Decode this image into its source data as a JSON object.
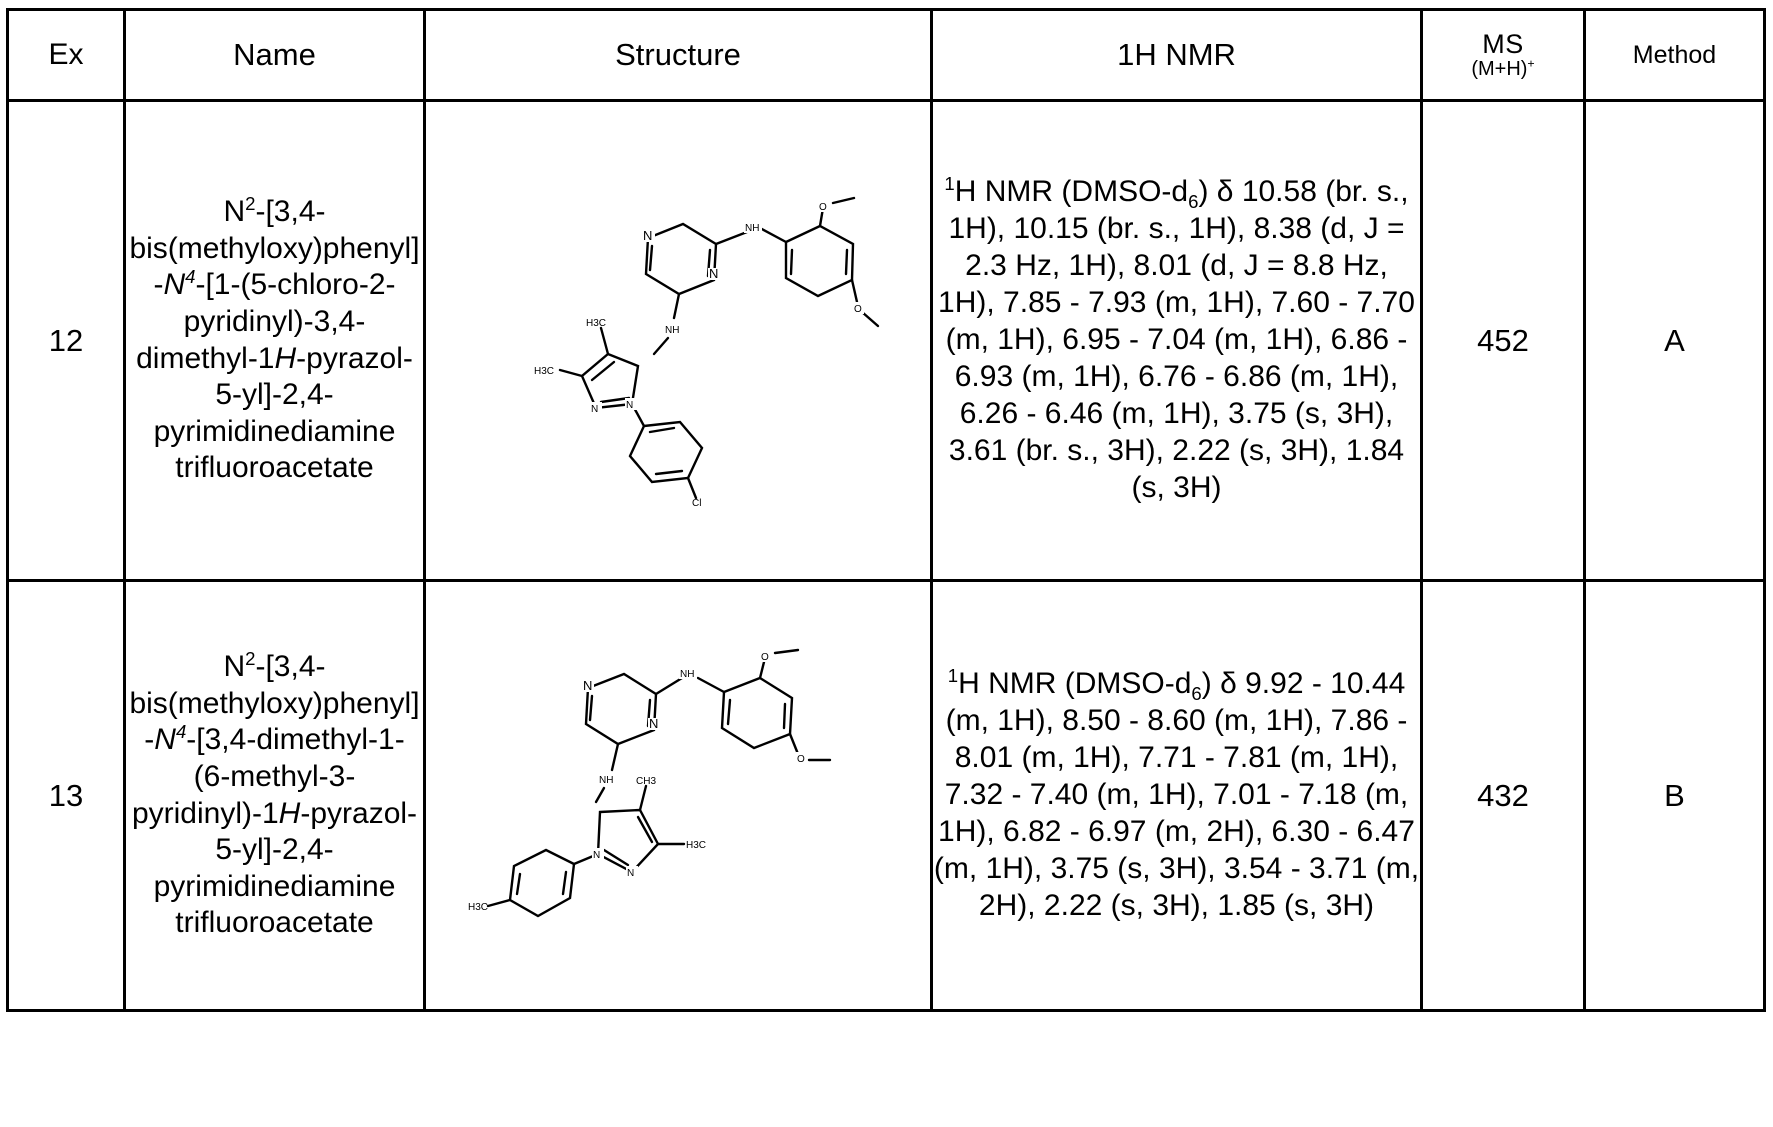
{
  "table": {
    "headers": [
      {
        "key": "ex",
        "label": "Ex"
      },
      {
        "key": "name",
        "label": "Name"
      },
      {
        "key": "structure",
        "label": "Structure"
      },
      {
        "key": "nmr",
        "label": "1H NMR"
      },
      {
        "key": "ms",
        "label_main": "MS",
        "label_sub": "(M+H)",
        "label_sup": "+"
      },
      {
        "key": "method",
        "label": "Method"
      }
    ],
    "rows": [
      {
        "ex": "12",
        "name_parts": {
          "n2": "N",
          "n2_sup": "2",
          "mid1": "-[3,4-bis(methyloxy)phenyl]-",
          "n4": "N",
          "n4_sup": "4",
          "mid2": "-[1-(5-chloro-2-pyridinyl)-3,4-dimethyl-1",
          "h_italic": "H",
          "tail": "-pyrazol-5-yl]-2,4-pyrimidinediamine trifluoroacetate"
        },
        "name_plain": "N2-[3,4-bis(methyloxy)phenyl]-N4-[1-(5-chloro-2-pyridinyl)-3,4-dimethyl-1H-pyrazol-5-yl]-2,4-pyrimidinediamine trifluoroacetate",
        "nmr_prefix_sup": "1",
        "nmr_head": "H NMR (DMSO-d",
        "nmr_head_sub": "6",
        "nmr_head_tail": ") δ",
        "nmr_body": "10.58 (br. s., 1H), 10.15 (br. s., 1H), 8.38 (d, J = 2.3 Hz, 1H), 8.01 (d, J = 8.8 Hz, 1H), 7.85 - 7.93 (m, 1H), 7.60 - 7.70 (m, 1H), 6.95 - 7.04 (m, 1H), 6.86 - 6.93 (m, 1H), 6.76 - 6.86 (m, 1H), 6.26 - 6.46 (m, 1H), 3.75 (s, 3H), 3.61 (br. s., 3H), 2.22 (s, 3H), 1.84 (s, 3H)",
        "ms": "452",
        "method": "A",
        "structure_labels": [
          "N",
          "N",
          "N",
          "NH",
          "NH",
          "O",
          "O",
          "Cl",
          "H3C",
          "H3C"
        ]
      },
      {
        "ex": "13",
        "name_parts": {
          "n2": "N",
          "n2_sup": "2",
          "mid1": "-[3,4-bis(methyloxy)phenyl]-",
          "n4": "N",
          "n4_sup": "4",
          "mid2": "-[3,4-dimethyl-1-(6-methyl-3-pyridinyl)-1",
          "h_italic": "H",
          "tail": "-pyrazol-5-yl]-2,4-pyrimidinediamine trifluoroacetate"
        },
        "name_plain": "N2-[3,4-bis(methyloxy)phenyl]-N4-[3,4-dimethyl-1-(6-methyl-3-pyridinyl)-1H-pyrazol-5-yl]-2,4-pyrimidinediamine trifluoroacetate",
        "nmr_prefix_sup": "1",
        "nmr_head": "H NMR (DMSO-d",
        "nmr_head_sub": "6",
        "nmr_head_tail": ") δ",
        "nmr_body": "9.92 - 10.44 (m, 1H), 8.50 - 8.60 (m, 1H), 7.86 - 8.01 (m, 1H), 7.71 - 7.81 (m, 1H), 7.32 - 7.40 (m, 1H), 7.01 - 7.18 (m, 1H), 6.82 - 6.97 (m, 2H), 6.30 - 6.47 (m, 1H), 3.75 (s, 3H), 3.54 - 3.71 (m, 2H), 2.22 (s, 3H), 1.85 (s, 3H)",
        "ms": "432",
        "method": "B",
        "structure_labels": [
          "N",
          "N",
          "N",
          "NH",
          "NH",
          "O",
          "O",
          "CH3",
          "H3C",
          "N"
        ]
      }
    ]
  },
  "colors": {
    "ink": "#000000",
    "paper": "#ffffff"
  }
}
